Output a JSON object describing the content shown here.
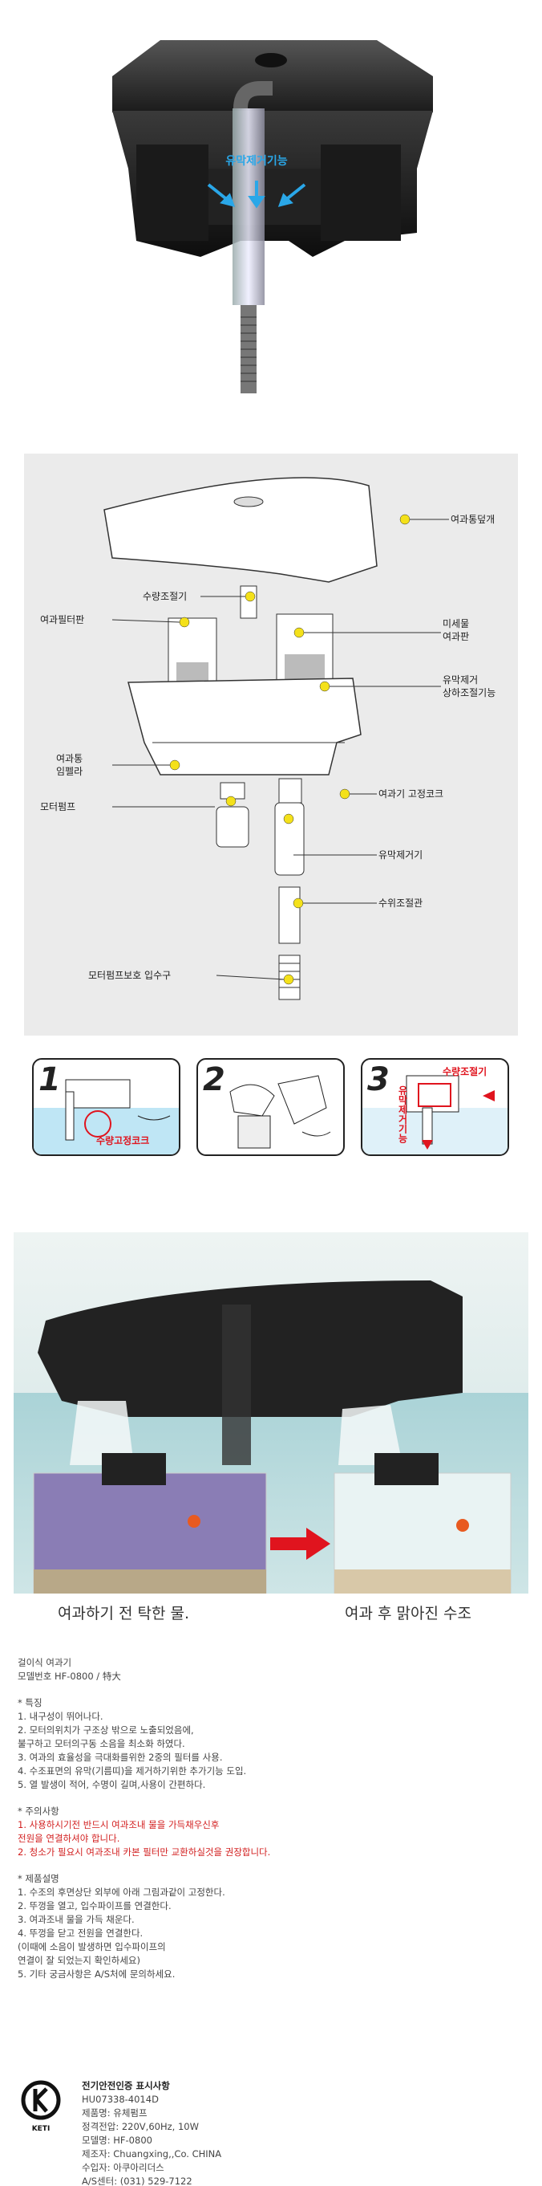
{
  "hero": {
    "overlay_text": "유막제거기능"
  },
  "diagram": {
    "labels": {
      "cover": "여과통덮개",
      "flow_control": "수량조절기",
      "filter_plate": "여과필터판",
      "fine_filter_line1": "미세물",
      "fine_filter_line2": "여과판",
      "oil_removal_line1": "유막제거",
      "oil_removal_line2": "상하조절기능",
      "impeller_line1": "여과통",
      "impeller_line2": "임펠라",
      "fix_cock": "여과기 고정코크",
      "motor_pump": "모터펌프",
      "oil_remover": "유막제거기",
      "water_tube": "수위조절관",
      "intake": "모터펌프보호 입수구"
    }
  },
  "steps": {
    "step1": {
      "num": "1",
      "label": "수량고정코크"
    },
    "step2": {
      "num": "2"
    },
    "step3": {
      "num": "3",
      "label_top": "수량조절기",
      "label_side": "유막제거기능"
    }
  },
  "aquarium": {
    "caption_before": "여과하기 전 탁한 물.",
    "caption_after": "여과 후 맑아진 수조"
  },
  "specs": {
    "product_line": "걸이식 여과기",
    "model_line": "모델번호 HF-0800 / 特大",
    "features_title": "* 특징",
    "features": [
      "1. 내구성이 뛰어나다.",
      "2. 모터의위치가 구조상 밖으로 노출되었음에,",
      "   불구하고 모터의구동 소음을 최소화 하였다.",
      "3. 여과의 효율성을 극대화를위한 2중의 필터를 사용.",
      "4. 수조표면의 유막(기름띠)을 제거하기위한 추가기능 도입.",
      "5. 열 발생이 적어, 수명이 길며,사용이 간편하다."
    ],
    "caution_title": "* 주의사항",
    "cautions": [
      "1. 사용하시기전 반드시 여과조내 물을 가득채우신후",
      "   전원을 연결하셔야 합니다.",
      "2. 청소가 필요시 여과조내 카본 필터만 교환하실것을 권장합니다."
    ],
    "manual_title": "* 제품설명",
    "manual": [
      "1. 수조의 후면상단 외부에 아래 그림과같이 고정한다.",
      "2. 뚜껑을 열고, 입수파이프를 연결한다.",
      "3. 여과조내 물을 가득 채운다.",
      "4. 뚜껑을 닫고 전원을 연결한다.",
      "   (이때에 소음이 발생하면 입수파이프의",
      "    연결이 잘 되었는지 확인하세요)",
      "5. 기타 궁금사항은 A/S처에 문의하세요."
    ]
  },
  "cert": {
    "logo_text": "KETI",
    "heading": "전기안전인증 표시사항",
    "lines": [
      "HU07338-4014D",
      "제품명: 유체펌프",
      "정격전압: 220V,60Hz, 10W",
      "모델명: HF-0800",
      "제조자: Chuangxing,,Co. CHINA",
      "수입자: 아쿠아리더스",
      "A/S센터: (031) 529-7122"
    ]
  }
}
